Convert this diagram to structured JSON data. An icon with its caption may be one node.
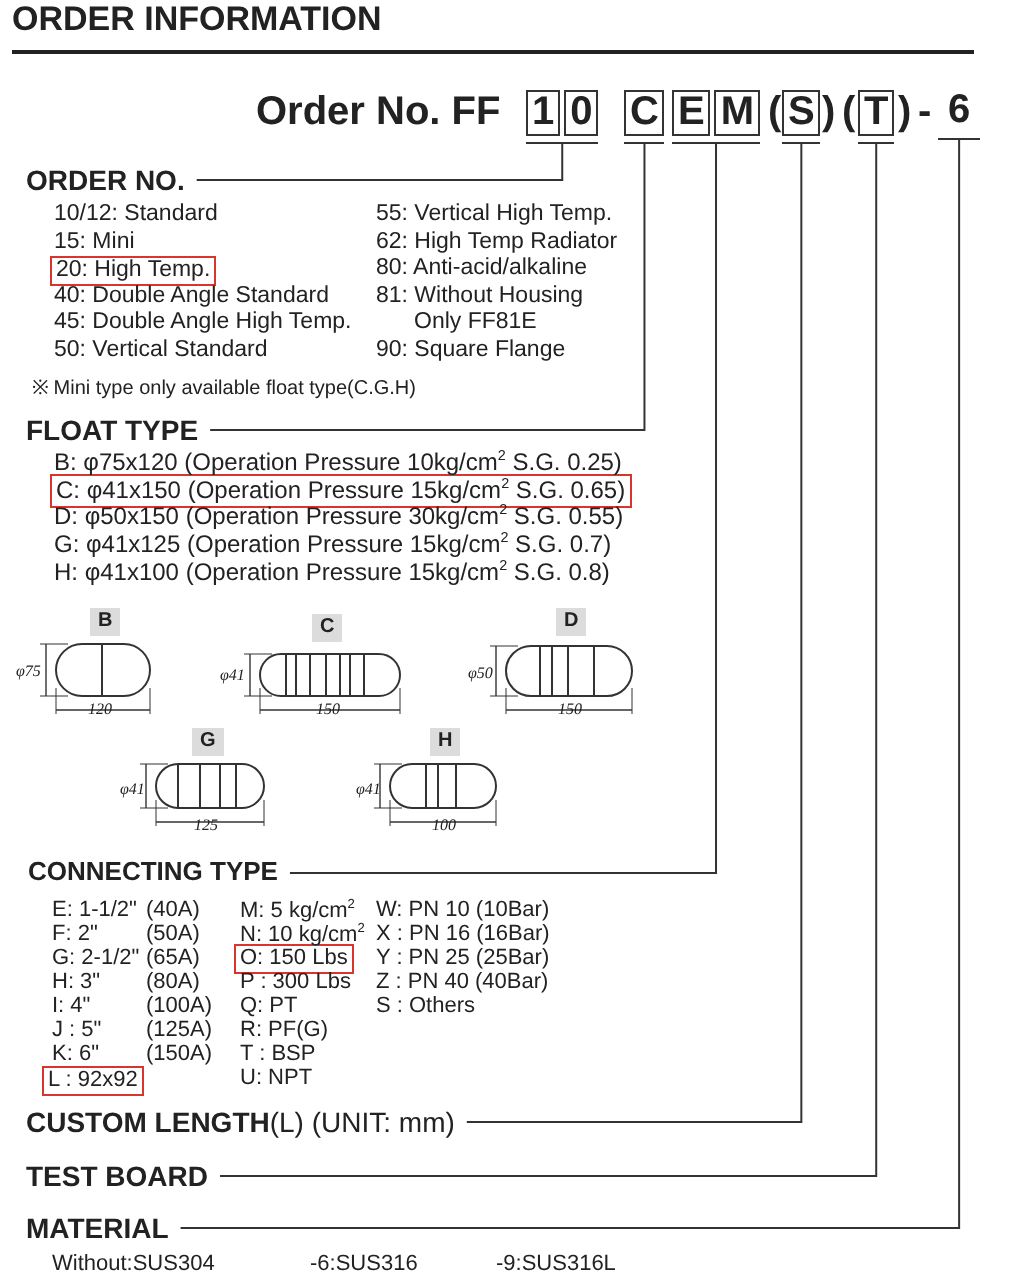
{
  "diagram": {
    "title": "ORDER INFORMATION",
    "nodes": [
      {
        "text": [
          "1",
          "0"
        ]
      },
      {
        "text": [
          "C"
        ]
      },
      {
        "text": [
          "E",
          "M"
        ]
      },
      {
        "text": [
          "S"
        ]
      },
      {
        "text": [
          "T"
        ]
      },
      {
        "text": [
          "6"
        ]
      },
      {
        "text": [
          "ORDER NO."
        ]
      },
      {
        "text": [
          "20: High Temp."
        ]
      },
      {
        "text": [
          "FLOAT TYPE"
        ]
      },
      {
        "text": [
          "C: φ41x150 (Operation Pressure 15kg/cm$^{2}$  S.G. 0.65)"
        ]
      },
      {
        "text": [
          "B"
        ]
      },
      {
        "text": [
          "C"
        ]
      },
      {
        "text": [
          "D"
        ]
      },
      {
        "text": [
          "G"
        ]
      },
      {
        "text": [
          "H"
        ]
      },
      {
        "text": [
          "CONNECTING TYPE"
        ]
      },
      {
        "text": [
          "O: 150 Lbs"
        ]
      },
      {
        "text": [
          "L : 92x92"
        ]
      },
      {
        "text": [
          "**CUSTOM LENGTH**(L) (UNIT: mm)"
        ]
      },
      {
        "text": [
          "TEST BOARD"
        ]
      },
      {
        "text": [
          "MATERIAL"
        ]
      }
    ],
    "edges": [
      {
        "from": 0,
        "to": 6,
        "arrow": "none"
      },
      {
        "from": 1,
        "to": 8,
        "arrow": "none"
      },
      {
        "from": 2,
        "to": 15,
        "arrow": "none"
      },
      {
        "from": 3,
        "to": 18,
        "arrow": "none"
      },
      {
        "from": 4,
        "to": 19,
        "arrow": "none"
      },
      {
        "from": 5,
        "to": 20,
        "arrow": "none"
      }
    ],
    "labels": [
      "Order No. FF",
      "(",
      ")",
      "(",
      ")",
      "-",
      "10/12: Standard",
      "55: Vertical High Temp.",
      "15: Mini",
      "62: High Temp Radiator",
      "80: Anti-acid/alkaline",
      "40: Double Angle Standard",
      "81: Without Housing Only FF81E",
      "45: Double Angle High Temp.",
      "50: Vertical Standard",
      "90: Square Flange",
      "※ Mini type only available float type(C.G.H)",
      "B: φ75x120 (Operation Pressure 10kg/cm$^{2}$  S.G. 0.25)",
      "D: φ50x150 (Operation Pressure 30kg/cm$^{2}$  S.G. 0.55)",
      "G: φ41x125 (Operation Pressure 15kg/cm$^{2}$  S.G. 0.7)",
      "H: φ41x100 (Operation Pressure 15kg/cm$^{2}$  S.G. 0.8)",
      "φ75",
      "120",
      "φ41",
      "150",
      "φ50",
      "150",
      "φ41",
      "125",
      "φ41",
      "100",
      "E: 1-1/2\"",
      "(40A)",
      "M: 5 kg/cm$^{2}$",
      "W: PN 10 (10Bar)",
      "F: 2\"",
      "(50A)",
      "N: 10 kg/cm$^{2}$",
      "X : PN 16 (16Bar)",
      "G: 2-1/2\"",
      "(65A)",
      "Y : PN 25 (25Bar)",
      "H: 3\"",
      "(80A)",
      "P : 300 Lbs",
      "Z : PN 40 (40Bar)",
      "I: 4\"",
      "(100A)",
      "Q: PT",
      "S : Others",
      "J : 5\"",
      "(125A)",
      "R: PF(G)",
      "K: 6\"",
      "(150A)",
      "T : BSP",
      "U: NPT",
      "Without:SUS304",
      "-6:SUS316",
      "-9:SUS316L"
    ]
  }
}
